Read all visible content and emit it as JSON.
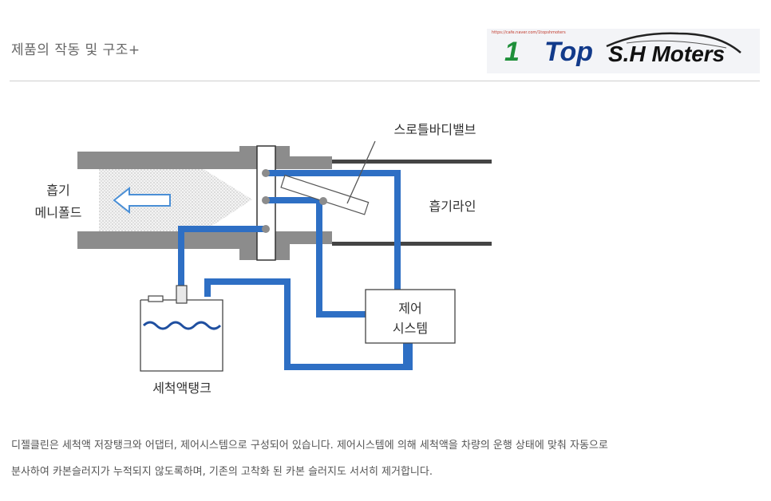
{
  "header": {
    "title": "제품의 작동 및 구조+",
    "logo": {
      "url_text": "https://cafe.naver.com/1topshmoters",
      "mark": "1",
      "brand_top": "Top",
      "brand_name": "S.H Moters"
    }
  },
  "diagram": {
    "labels": {
      "intake_manifold_line1": "흡기",
      "intake_manifold_line2": "메니폴드",
      "throttle_valve": "스로틀바디밸브",
      "intake_line": "흡기라인",
      "control_system_line1": "제어",
      "control_system_line2": "시스템",
      "cleaner_tank": "세척액탱크"
    },
    "colors": {
      "pipe": "#2e6fc4",
      "duct": "#8c8c8c",
      "spray": "#e6e6e6"
    },
    "icons": {
      "flow_arrow": "arrow-left-icon"
    }
  },
  "description": {
    "line1": "디젤클린은 세척액 저장탱크와 어댑터, 제어시스템으로 구성되어 있습니다. 제어시스템에 의해 세척액을 차량의 운행 상태에 맞춰 자동으로",
    "line2": "분사하여 카본슬러지가 누적되지 않도록하며, 기존의 고착화 된 카본 슬러지도 서서히 제거합니다."
  }
}
